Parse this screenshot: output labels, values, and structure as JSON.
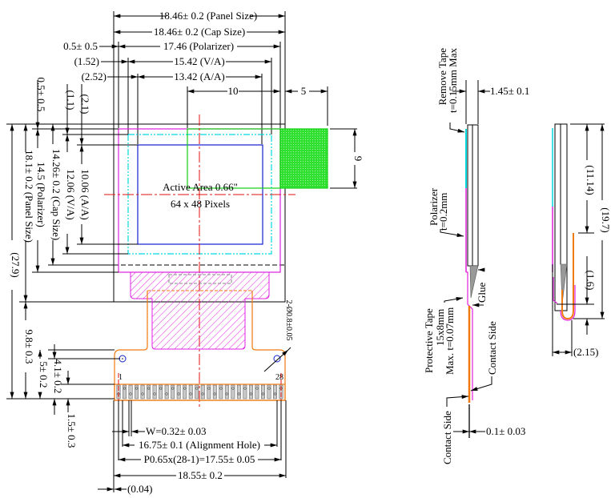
{
  "front_view": {
    "horizontal_dims": {
      "panel_size": "18.46± 0.2 (Panel Size)",
      "cap_size": "18.46± 0.2 (Cap Size)",
      "polarizer_offset": "0.5± 0.5",
      "polarizer": "17.46 (Polarizer)",
      "va_offset": "(1.52)",
      "va": "15.42 (V/A)",
      "aa_offset": "(2.52)",
      "aa": "13.42 (A/A)",
      "tape_width": "10",
      "tape_overhang": "5",
      "tape_height": "9"
    },
    "vertical_dims": {
      "polarizer_offset": "0.5± 0.5",
      "va_offset": "(1.1)",
      "aa_offset": "(2.1)",
      "aa": "10.06 (A/A)",
      "va": "12.06 (V/A)",
      "cap_size": "14.26± 0.2 (Cap Size)",
      "polarizer": "14.5 (Polarizer)",
      "panel_size": "18.1± 0.2 (Panel Size)",
      "total": "(27.9)",
      "fpc_length": "9.8± 0.3",
      "hole_to_edge": "5± 0.2",
      "hole_row": "4.1± 0.2",
      "pad_length": "1.5± 0.3"
    },
    "active_area": {
      "line1": "Active Area 0.66\"",
      "line2": "64 x 48 Pixels"
    },
    "fpc": {
      "pin_first": "1",
      "pin_last": "28",
      "hole_dia": "2-Ø0.8±0.05",
      "pin_count": 28
    },
    "bottom_dims": {
      "pin_width": "W=0.32± 0.03",
      "alignment_hole": "16.75± 0.1 (Alignment Hole)",
      "pitch": "P0.65x(28-1)=17.55± 0.05",
      "fpc_width": "18.55± 0.2",
      "offset": "(0.04)"
    }
  },
  "side_view": {
    "thickness": "1.45± 0.1",
    "remove_tape": [
      "Remove Tape",
      "t=0.15mm Max"
    ],
    "polarizer": [
      "Polarizer",
      "t=0.2mm"
    ],
    "glue": "Glue",
    "protective_tape": [
      "Protective Tape",
      "15x8mm",
      "Max. t=0.07mm"
    ],
    "contact_side_right": "Contact Side",
    "contact_side_left": "Contact Side",
    "fpc_thickness": "0.1± 0.03"
  },
  "bent_view": {
    "upper": "(11.14)",
    "total": "(19.7)",
    "lower": "(1.6)",
    "depth": "(2.15)"
  },
  "colors": {
    "polarizer": "#e020e0",
    "viewing_area": "#00d8e0",
    "active_area": "#1020d0",
    "remove_tape": "#10d010",
    "fpc": "#f07a10",
    "centerline": "#e01010"
  }
}
